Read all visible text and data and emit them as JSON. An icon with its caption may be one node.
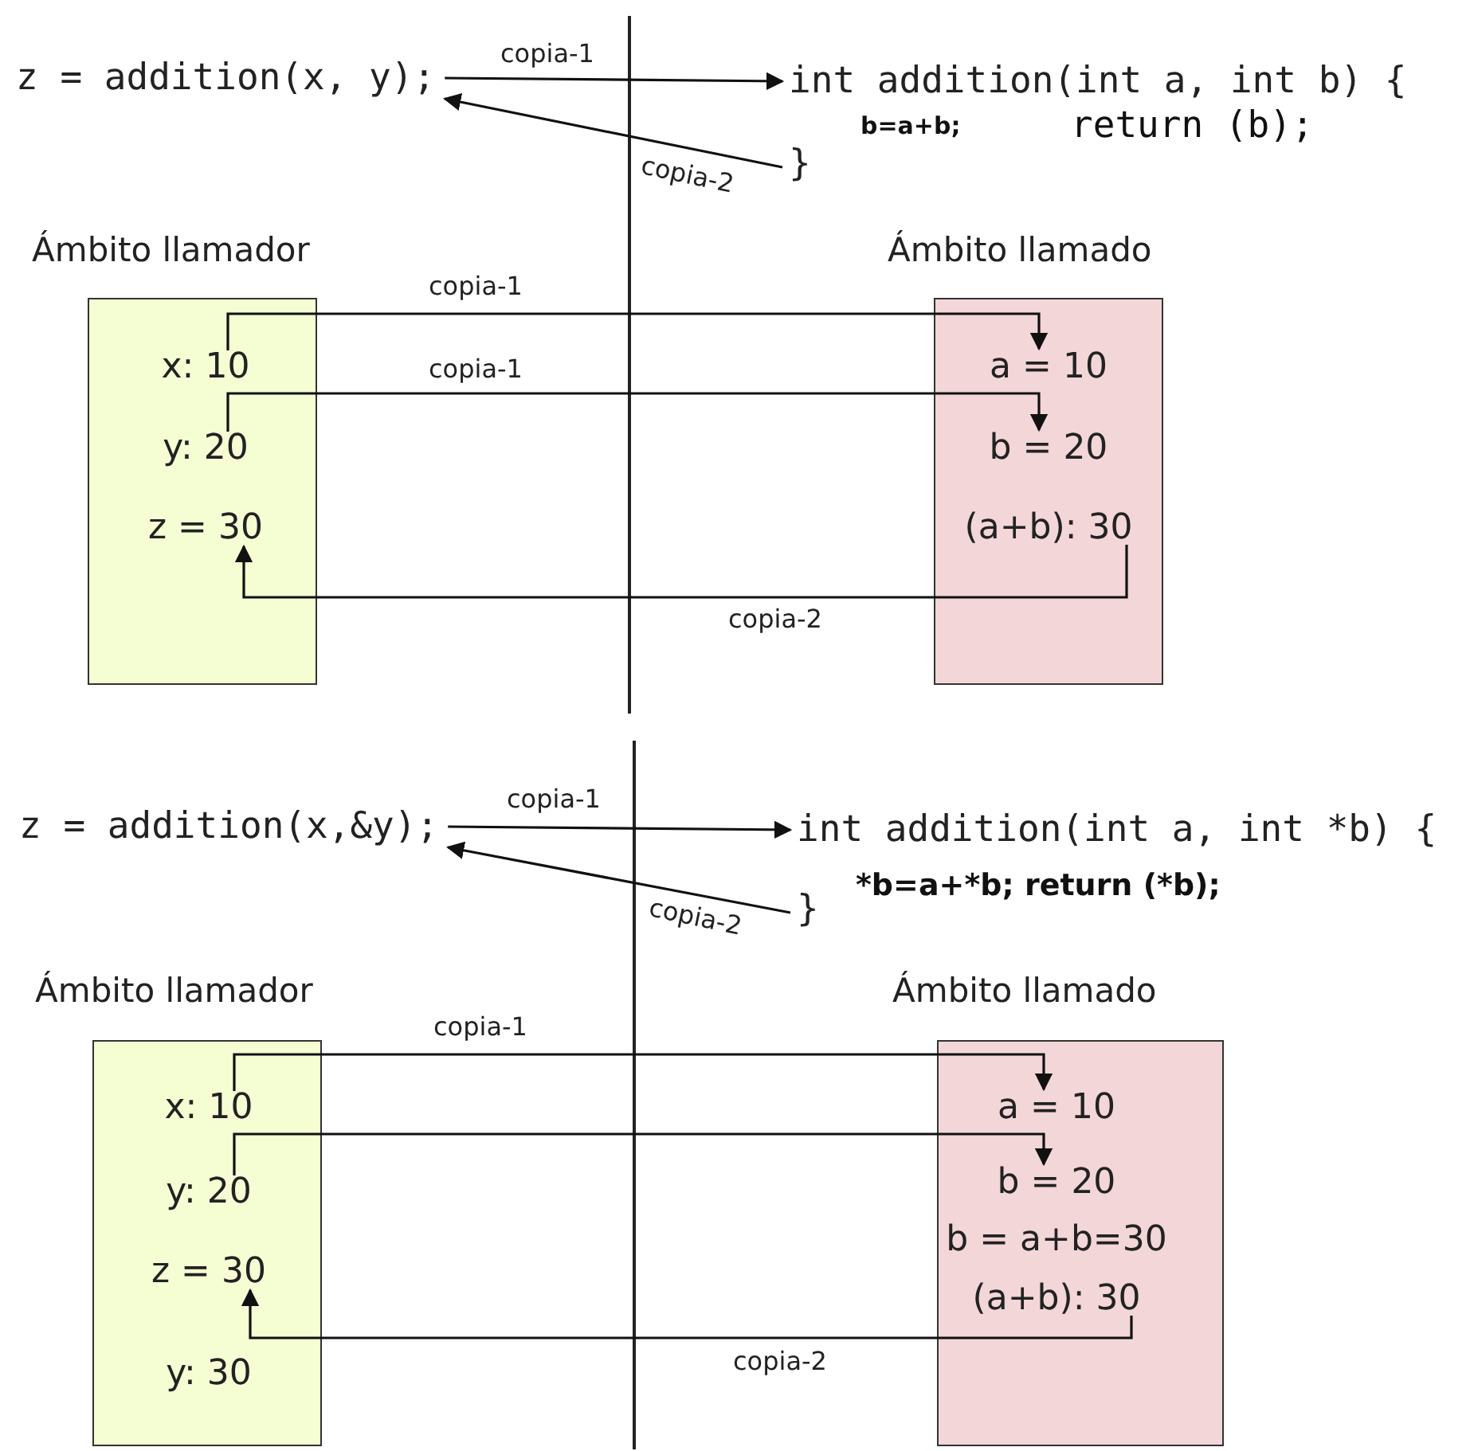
{
  "diagram": {
    "nodes": [
      {
        "text": [
          "z = addition(x, y);"
        ]
      },
      {
        "text": [
          "int addition(int a, int b) {"
        ]
      },
      {
        "text": [
          "}"
        ]
      },
      {
        "text": [
          "Ámbito llamador"
        ]
      },
      {
        "text": [
          "x: 10"
        ],
        "in": 3
      },
      {
        "text": [
          "y: 20"
        ],
        "in": 3
      },
      {
        "text": [
          "z = 30"
        ],
        "in": 3
      },
      {
        "text": [
          "Ámbito llamado"
        ]
      },
      {
        "text": [
          "a = 10"
        ],
        "in": 7
      },
      {
        "text": [
          "b = 20"
        ],
        "in": 7
      },
      {
        "text": [
          "(a+b): 30"
        ],
        "in": 7
      },
      {
        "text": [
          "z = addition(x,&y);"
        ]
      },
      {
        "text": [
          "int addition(int a, int *b) {"
        ]
      },
      {
        "text": [
          "}"
        ]
      },
      {
        "text": [
          "Ámbito llamador"
        ]
      },
      {
        "text": [
          "x: 10"
        ],
        "in": 14
      },
      {
        "text": [
          "y: 20"
        ],
        "in": 14
      },
      {
        "text": [
          "z = 30"
        ],
        "in": 14
      },
      {
        "text": [
          "y: 30"
        ],
        "in": 14
      },
      {
        "text": [
          "Ámbito llamado"
        ]
      },
      {
        "text": [
          "a = 10"
        ],
        "in": 19
      },
      {
        "text": [
          "b = 20"
        ],
        "in": 19
      },
      {
        "text": [
          "b = a+b=30"
        ],
        "in": 19
      },
      {
        "text": [
          "(a+b): 30"
        ],
        "in": 19
      }
    ],
    "edges": [
      {
        "from": 0,
        "to": 1,
        "arrow": "to",
        "label": "copia-1"
      },
      {
        "from": 2,
        "to": 0,
        "arrow": "to",
        "label": "copia-2"
      },
      {
        "from": 4,
        "to": 8,
        "arrow": "to",
        "label": "copia-1"
      },
      {
        "from": 5,
        "to": 9,
        "arrow": "to",
        "label": "copia-1"
      },
      {
        "from": 10,
        "to": 6,
        "arrow": "to",
        "label": "copia-2"
      },
      {
        "from": 11,
        "to": 12,
        "arrow": "to",
        "label": "copia-1"
      },
      {
        "from": 13,
        "to": 11,
        "arrow": "to",
        "label": "copia-2"
      },
      {
        "from": 15,
        "to": 20,
        "arrow": "to",
        "label": "copia-1"
      },
      {
        "from": 16,
        "to": 21,
        "arrow": "to"
      },
      {
        "from": 23,
        "to": 17,
        "arrow": "to",
        "label": "copia-2"
      }
    ],
    "labels": [
      "b=a+b;",
      "return (b);",
      "*b=a+*b; return (*b);"
    ]
  }
}
